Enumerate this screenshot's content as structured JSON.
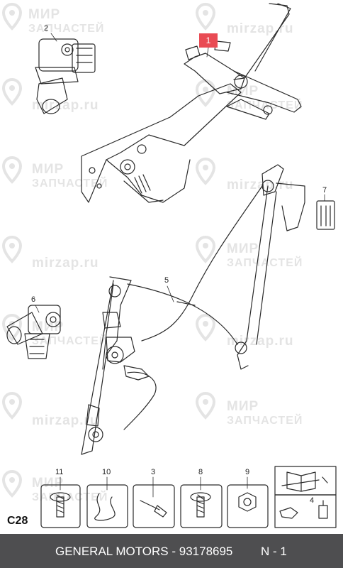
{
  "watermark": {
    "brand_a": "МИР",
    "brand_b": "ЗАПЧАСТЕЙ",
    "site": "mirzap.ru"
  },
  "diagram": {
    "highlight_callout": "1",
    "callouts": [
      "2",
      "5",
      "6",
      "7"
    ],
    "hardware_labels": [
      "11",
      "10",
      "3",
      "8",
      "9",
      "4"
    ],
    "section_code": "C28"
  },
  "footer": {
    "brand_part": "GENERAL MOTORS - 93178695",
    "qty": "N - 1"
  },
  "colors": {
    "highlight": "#e94b54",
    "footer_bg": "#4e4e50",
    "watermark": "#e4e4e4"
  }
}
